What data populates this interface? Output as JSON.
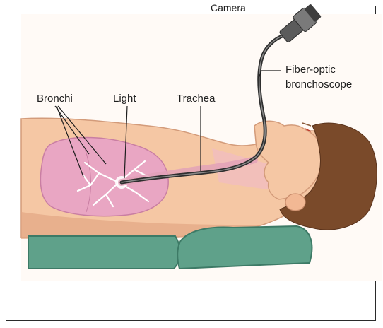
{
  "labels": {
    "camera": "Camera",
    "fiber_optic_line1": "Fiber-optic",
    "fiber_optic_line2": "bronchoscope",
    "bronchi": "Bronchi",
    "light": "Light",
    "trachea": "Trachea"
  },
  "colors": {
    "skin": "#f5c7a4",
    "skin_shadow": "#e3a783",
    "lung": "#e9a6c3",
    "lung_edge": "#c97ea3",
    "hair": "#7a4a2a",
    "mat": "#5fa18a",
    "mat_edge": "#3d7a66",
    "tube": "#3a3a3a"
  }
}
